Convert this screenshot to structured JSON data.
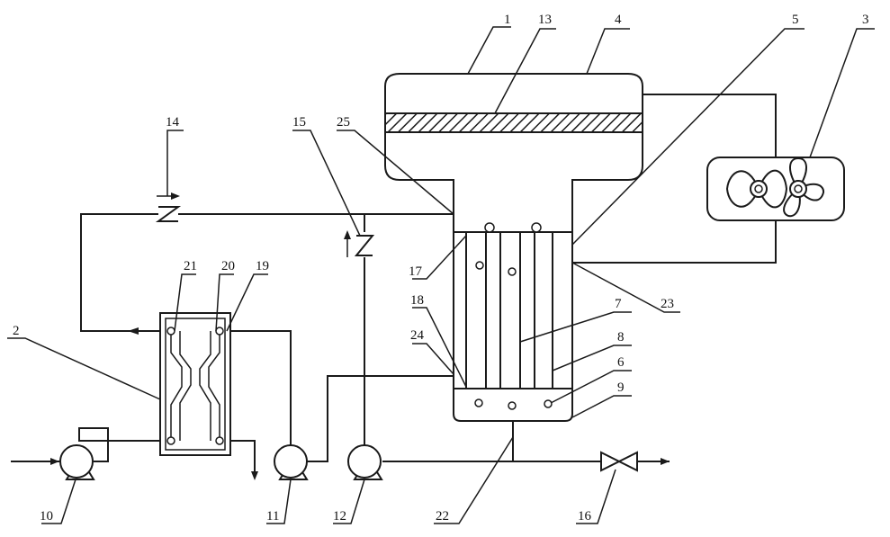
{
  "labels": {
    "l1": "1",
    "l2": "2",
    "l3": "3",
    "l4": "4",
    "l5": "5",
    "l6": "6",
    "l7": "7",
    "l8": "8",
    "l9": "9",
    "l10": "10",
    "l11": "11",
    "l12": "12",
    "l13": "13",
    "l14": "14",
    "l15": "15",
    "l16": "16",
    "l17": "17",
    "l18": "18",
    "l19": "19",
    "l20": "20",
    "l21": "21",
    "l22": "22",
    "l23": "23",
    "l24": "24",
    "l25": "25"
  },
  "colors": {
    "line": "#1a1a1a",
    "background": "#ffffff"
  }
}
